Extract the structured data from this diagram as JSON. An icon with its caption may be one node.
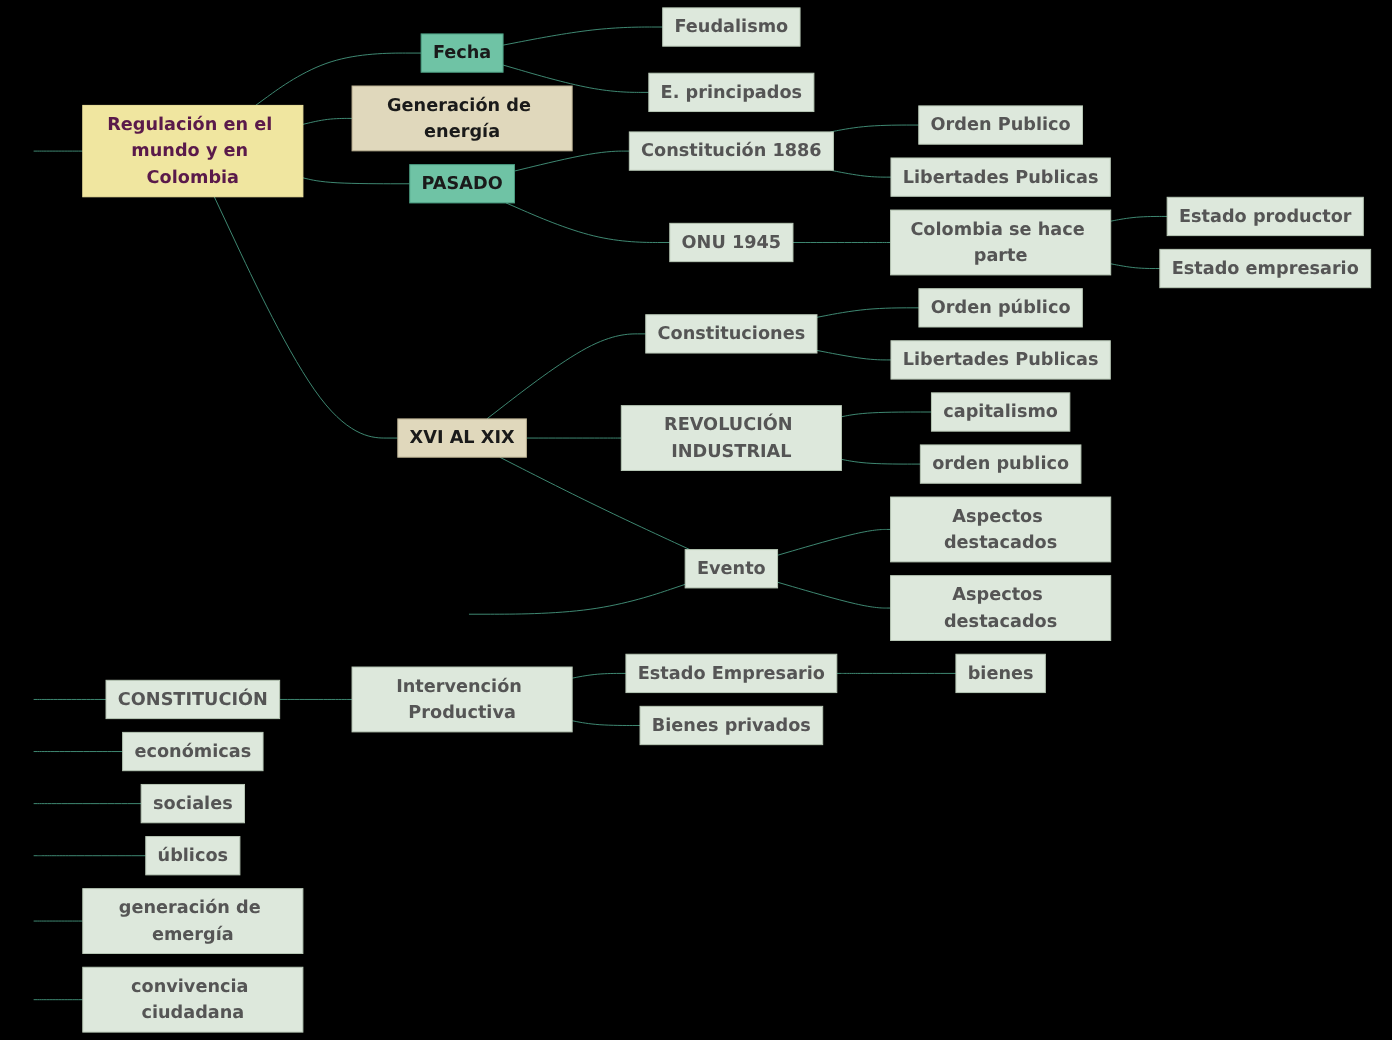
{
  "diagram": {
    "nodes": [
      {
        "text": [
          "Regulación en el mundo y en Colombia"
        ]
      },
      {
        "text": [
          "Fecha"
        ]
      },
      {
        "text": [
          "Feudalismo"
        ]
      },
      {
        "text": [
          "E. principados"
        ]
      },
      {
        "text": [
          "Generación de energía"
        ]
      },
      {
        "text": [
          "PASADO"
        ]
      },
      {
        "text": [
          "Constitución 1886"
        ]
      },
      {
        "text": [
          "Orden Publico"
        ]
      },
      {
        "text": [
          "Libertades Publicas"
        ]
      },
      {
        "text": [
          "ONU 1945"
        ]
      },
      {
        "text": [
          "Colombia se hace parte"
        ]
      },
      {
        "text": [
          "Estado productor"
        ]
      },
      {
        "text": [
          "Estado empresario"
        ]
      },
      {
        "text": [
          "XVI AL XIX"
        ]
      },
      {
        "text": [
          "Constituciones"
        ]
      },
      {
        "text": [
          "Orden público"
        ]
      },
      {
        "text": [
          "Libertades Publicas"
        ]
      },
      {
        "text": [
          "REVOLUCIÓN INDUSTRIAL"
        ]
      },
      {
        "text": [
          "capitalismo"
        ]
      },
      {
        "text": [
          "orden publico"
        ]
      },
      {
        "text": [
          "Evento"
        ]
      },
      {
        "text": [
          "Aspectos destacados"
        ]
      },
      {
        "text": [
          "Aspectos destacados"
        ]
      },
      {
        "text": [
          "CONSTITUCIÓN"
        ]
      },
      {
        "text": [
          "Intervención Productiva"
        ]
      },
      {
        "text": [
          "Estado Empresario"
        ]
      },
      {
        "text": [
          "bienes"
        ]
      },
      {
        "text": [
          "Bienes privados"
        ]
      },
      {
        "text": [
          "económicas"
        ]
      },
      {
        "text": [
          "sociales"
        ]
      },
      {
        "text": [
          "úblicos"
        ]
      },
      {
        "text": [
          "generación de emergía"
        ]
      },
      {
        "text": [
          "convivencia ciudadana"
        ]
      }
    ],
    "edges": [
      {
        "from": 0,
        "to": 1,
        "arrow": "none"
      },
      {
        "from": 0,
        "to": 4,
        "arrow": "none"
      },
      {
        "from": 0,
        "to": 5,
        "arrow": "none"
      },
      {
        "from": 0,
        "to": 13,
        "arrow": "none"
      },
      {
        "from": 0,
        "to": null,
        "arrow": "none"
      },
      {
        "from": 1,
        "to": 2,
        "arrow": "none"
      },
      {
        "from": 1,
        "to": 3,
        "arrow": "none"
      },
      {
        "from": 5,
        "to": 6,
        "arrow": "none"
      },
      {
        "from": 5,
        "to": 9,
        "arrow": "none"
      },
      {
        "from": 6,
        "to": 7,
        "arrow": "none"
      },
      {
        "from": 6,
        "to": 8,
        "arrow": "none"
      },
      {
        "from": 9,
        "to": 10,
        "arrow": "none"
      },
      {
        "from": 10,
        "to": 11,
        "arrow": "none"
      },
      {
        "from": 10,
        "to": 12,
        "arrow": "none"
      },
      {
        "from": 13,
        "to": 14,
        "arrow": "none"
      },
      {
        "from": 13,
        "to": 17,
        "arrow": "none"
      },
      {
        "from": 13,
        "to": 20,
        "arrow": "none"
      },
      {
        "from": 14,
        "to": 15,
        "arrow": "none"
      },
      {
        "from": 14,
        "to": 16,
        "arrow": "none"
      },
      {
        "from": 17,
        "to": 18,
        "arrow": "none"
      },
      {
        "from": 17,
        "to": 19,
        "arrow": "none"
      },
      {
        "from": 20,
        "to": 21,
        "arrow": "none"
      },
      {
        "from": 20,
        "to": 22,
        "arrow": "none"
      },
      {
        "from": 20,
        "to": null,
        "arrow": "none"
      },
      {
        "from": null,
        "to": 23,
        "arrow": "none"
      },
      {
        "from": 23,
        "to": 24,
        "arrow": "none"
      },
      {
        "from": 24,
        "to": 25,
        "arrow": "none"
      },
      {
        "from": 24,
        "to": 27,
        "arrow": "none"
      },
      {
        "from": 25,
        "to": 26,
        "arrow": "none"
      },
      {
        "from": null,
        "to": 28,
        "arrow": "none"
      },
      {
        "from": null,
        "to": 29,
        "arrow": "none"
      },
      {
        "from": null,
        "to": 30,
        "arrow": "none"
      },
      {
        "from": null,
        "to": 31,
        "arrow": "none"
      },
      {
        "from": null,
        "to": 32,
        "arrow": "none"
      }
    ]
  }
}
